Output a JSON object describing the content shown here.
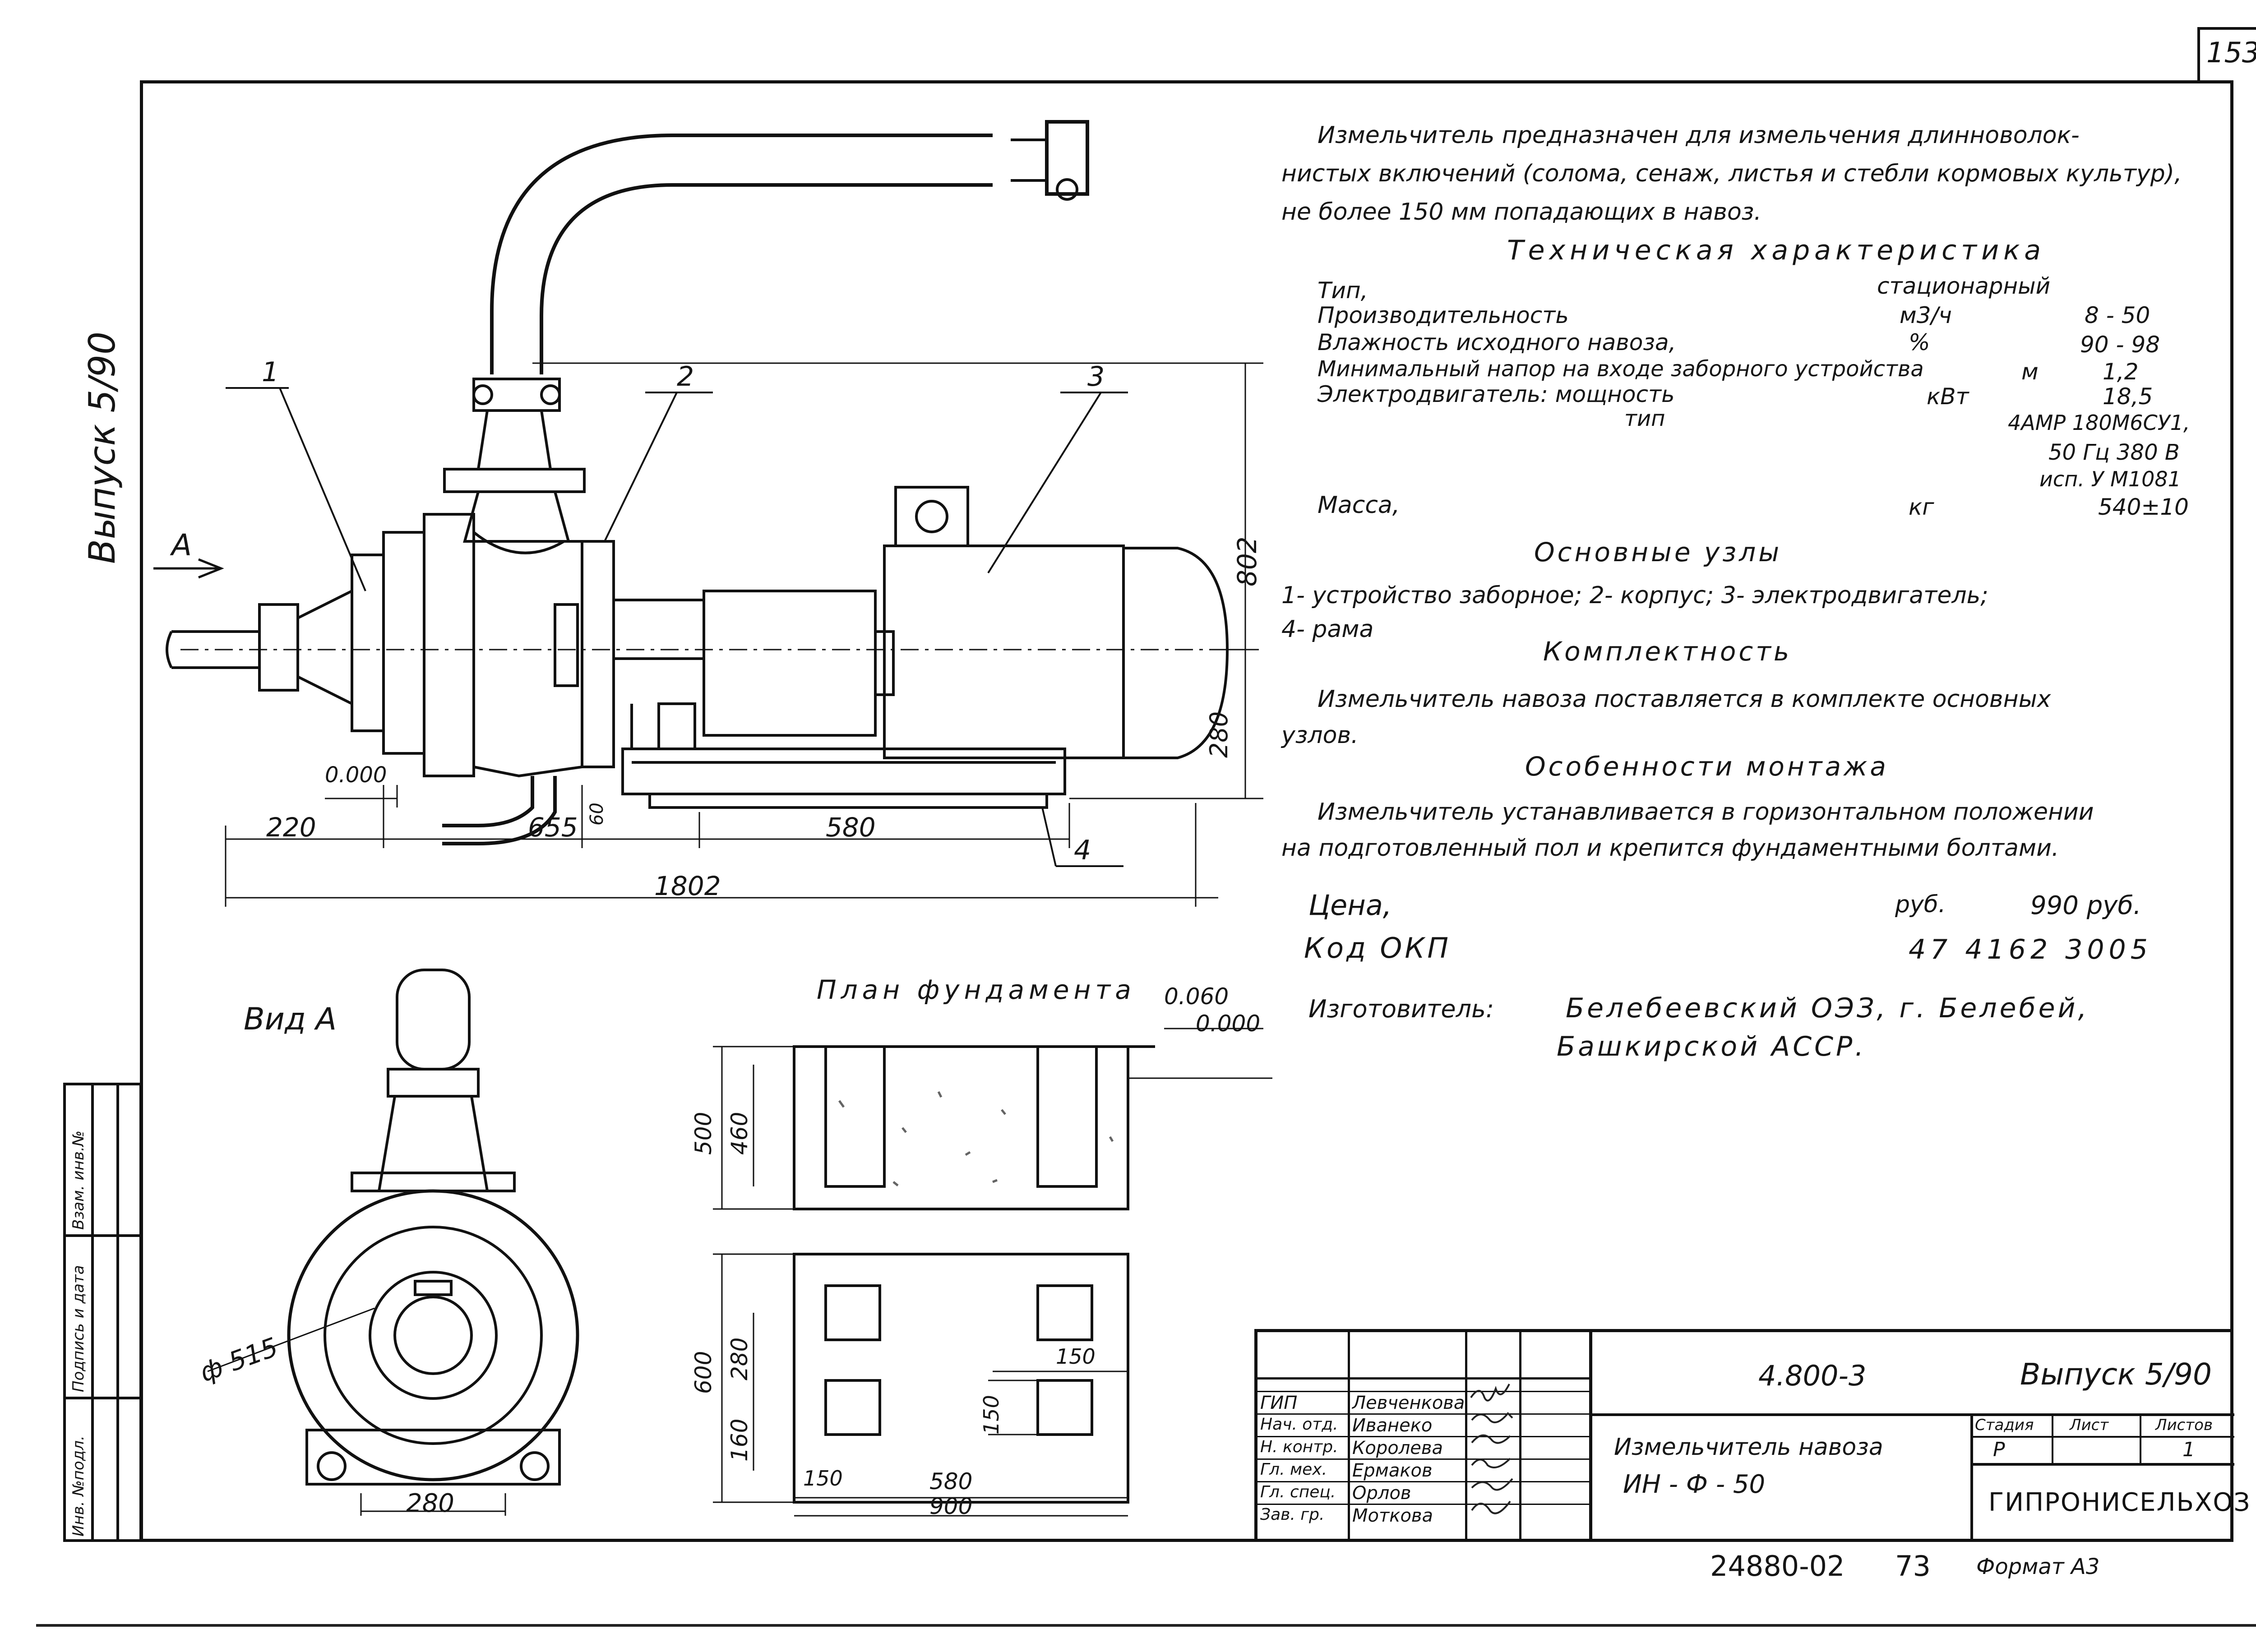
{
  "sheet_number": "153",
  "side_label": "Выпуск 5/90",
  "side_stamp": {
    "col1": "Инв. №подл.",
    "col2": "Подпись и дата",
    "col3": "Взам. инв.№"
  },
  "description": {
    "line1": "Измельчитель предназначен для измельчения длинноволок-",
    "line2": "нистых включений (солома, сенаж, листья и стебли кормовых культур),",
    "line3": "не более 150 мм попадающих в навоз."
  },
  "tech": {
    "title": "Техническая характеристика",
    "rows": [
      {
        "label": "Тип,",
        "unit": "",
        "value": "стационарный"
      },
      {
        "label": "Производительность",
        "unit": "м3/ч",
        "value": "8 - 50"
      },
      {
        "label": "Влажность исходного навоза,",
        "unit": "%",
        "value": "90 - 98"
      },
      {
        "label": "Минимальный напор на входе заборного устройства",
        "unit": "м",
        "value": "1,2"
      },
      {
        "label": "Электродвигатель: мощность",
        "unit": "кВт",
        "value": "18,5"
      },
      {
        "label": "тип",
        "unit": "",
        "value": "4АМР 180М6СУ1,"
      },
      {
        "label": "",
        "unit": "",
        "value": "50 Гц 380 В"
      },
      {
        "label": "",
        "unit": "",
        "value": "исп. У М1081"
      },
      {
        "label": "Масса,",
        "unit": "кг",
        "value": "540±10"
      }
    ]
  },
  "nodes": {
    "title": "Основные узлы",
    "line1": "1- устройство заборное; 2- корпус; 3- электродвигатель;",
    "line2": "4- рама"
  },
  "complete": {
    "title": "Комплектность",
    "line1": "Измельчитель навоза поставляется в комплекте основных",
    "line2": "узлов."
  },
  "mount": {
    "title": "Особенности монтажа",
    "line1": "Измельчитель устанавливается в горизонтальном положении",
    "line2": "на подготовленный пол и крепится фундаментными болтами."
  },
  "price": {
    "label": "Цена,",
    "unit": "руб.",
    "value": "990 руб."
  },
  "okp": {
    "label": "Код ОКП",
    "value": "47 4162 3005"
  },
  "maker": {
    "label": "Изготовитель:",
    "line1": "Белебеевский ОЭЗ, г. Белебей,",
    "line2": "Башкирской АССР."
  },
  "drawing_labels": {
    "arrow_a": "А",
    "view_a": "Вид А",
    "plan_title": "План фундамента",
    "callouts": [
      "1",
      "2",
      "3",
      "4"
    ],
    "dims": {
      "d220": "220",
      "d655": "655",
      "d580": "580",
      "d1802": "1802",
      "d802": "802",
      "d280": "280",
      "d60": "60",
      "d0000": "0.000",
      "dia515": "ф 515",
      "d280b": "280",
      "p0060": "0.060",
      "p0000": "0.000",
      "p500": "500",
      "p460": "460",
      "p600": "600",
      "p280": "280",
      "p160": "160",
      "p150a": "150",
      "p150b": "150",
      "p150c": "150",
      "p580": "580",
      "p900": "900"
    }
  },
  "stamp": {
    "doc_code": "4.800-3",
    "issue": "Выпуск 5/90",
    "title_line1": "Измельчитель навоза",
    "title_line2": "ИН - Ф - 50",
    "stage_h": "Стадия",
    "sheet_h": "Лист",
    "sheets_h": "Листов",
    "stage": "Р",
    "sheet": "",
    "sheets": "1",
    "org": "ГИПРОНИСЕЛЬХОЗ",
    "people": [
      {
        "role": "ГИП",
        "name": "Левченкова"
      },
      {
        "role": "Нач. отд.",
        "name": "Иванеко"
      },
      {
        "role": "Н. контр.",
        "name": "Королева"
      },
      {
        "role": "Гл. мех.",
        "name": "Ермаков"
      },
      {
        "role": "Гл. спец.",
        "name": "Орлов"
      },
      {
        "role": "Зав. гр.",
        "name": "Моткова"
      }
    ]
  },
  "bottom": {
    "number": "24880-02",
    "page": "73",
    "format": "Формат А3"
  }
}
